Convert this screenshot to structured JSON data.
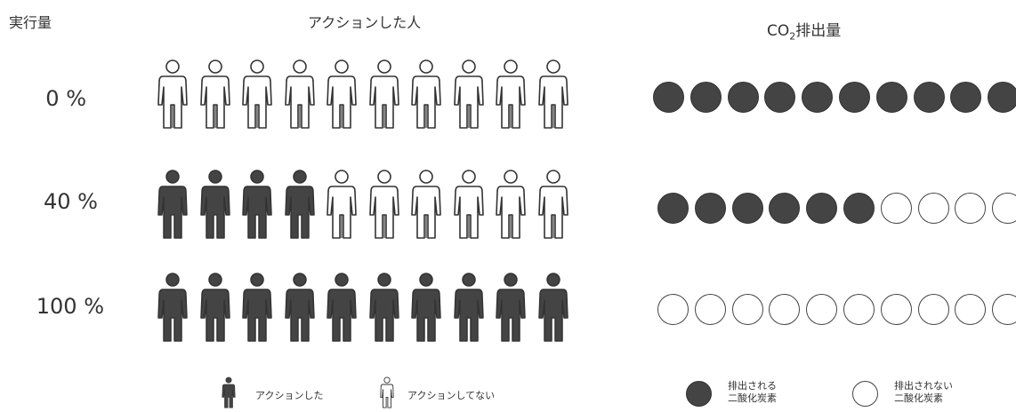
{
  "header": {
    "execution": "実行量",
    "people": "アクションした人",
    "co2_prefix": "CO",
    "co2_sub": "2",
    "co2_suffix": "排出量"
  },
  "rows": [
    {
      "label": "0 %",
      "acted": 0,
      "total": 10,
      "emitted": 10,
      "circles": 10
    },
    {
      "label": "40 %",
      "acted": 4,
      "total": 10,
      "emitted": 6,
      "circles": 10
    },
    {
      "label": "100 %",
      "acted": 10,
      "total": 10,
      "emitted": 0,
      "circles": 10
    }
  ],
  "legend": {
    "acted": "アクションした",
    "not_acted": "アクションしてない",
    "emitted_line1": "排出される",
    "emitted_line2": "二酸化炭素",
    "not_emitted_line1": "排出されない",
    "not_emitted_line2": "二酸化炭素"
  },
  "colors": {
    "filled": "#444444",
    "outline": "#444444",
    "background": "#ffffff"
  }
}
